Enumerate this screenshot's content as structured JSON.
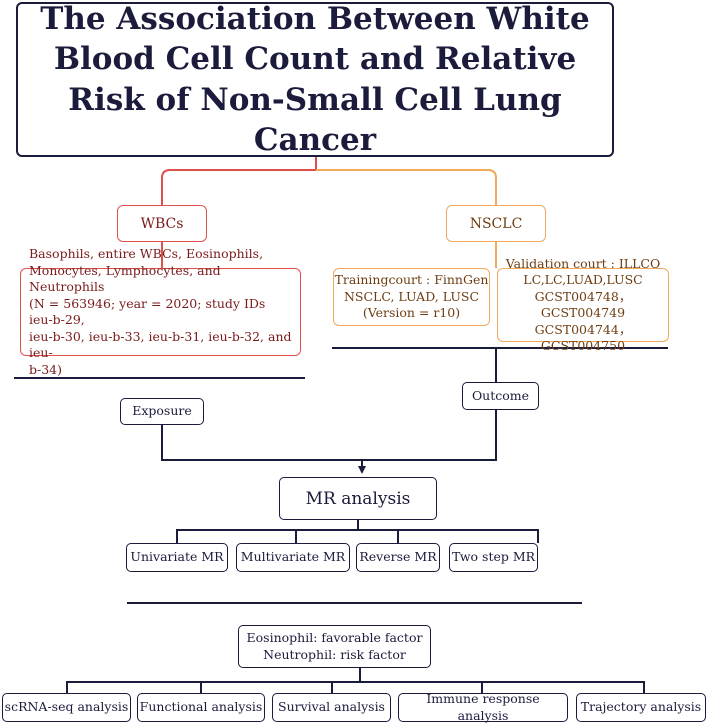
{
  "title": "The Association Between White Blood Cell Count and Relative Risk of Non-Small Cell Lung Cancer",
  "exposure_branch": {
    "label": "WBCs",
    "detail_lines": [
      "Basophils, entire WBCs, Eosinophils,",
      "Monocytes, Lymphocytes, and Neutrophils",
      "(N = 563946; year = 2020; study IDs ieu-b-29,",
      "ieu-b-30, ieu-b-33, ieu-b-31, ieu-b-32, and ieu-",
      "b-34)"
    ],
    "role": "Exposure"
  },
  "outcome_branch": {
    "label": "NSCLC",
    "training_lines": [
      "Trainingcourt : FinnGen",
      "NSCLC, LUAD, LUSC",
      "(Version = r10)"
    ],
    "validation_lines": [
      "Validation court : ILLCO",
      "LC,LC,LUAD,LUSC",
      "GCST004748， GCST004749",
      "GCST004744， GCST004750"
    ],
    "role": "Outcome"
  },
  "mr_analysis": {
    "label": "MR analysis",
    "methods": [
      "Univariate MR",
      "Multivariate MR",
      "Reverse MR",
      "Two step MR"
    ]
  },
  "findings": {
    "lines": [
      "Eosinophil: favorable factor",
      "Neutrophil: risk factor"
    ]
  },
  "downstream_analyses": [
    "scRNA-seq analysis",
    "Functional analysis",
    "Survival analysis",
    "Immune response analysis",
    "Trajectory analysis"
  ],
  "colors": {
    "navy": "#1b1b3c",
    "red": "#e0504a",
    "orange": "#f2a95a"
  }
}
